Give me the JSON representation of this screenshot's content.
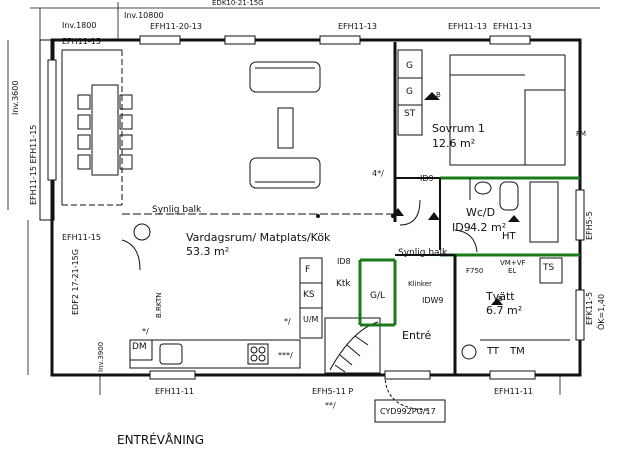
{
  "page_title": "ENTRÉVÅNING",
  "rooms": {
    "vardagsrum": {
      "name": "Vardagsrum/ Matplats/Kök",
      "area": "53.3 m²"
    },
    "sovrum": {
      "name": "Sovrum 1",
      "area": "12.6 m²"
    },
    "wc": {
      "name": "Wc/D",
      "id": "ID9",
      "area": "4.2 m²"
    },
    "tvatt": {
      "name": "Tvätt",
      "area": "6.7 m²"
    },
    "entre": {
      "name": "Entré"
    }
  },
  "labels": {
    "inv1800": "Inv.1800",
    "inv10800": "Inv.10800",
    "efh_top_left": "EFH11-15",
    "efh_20_13": "EFH11-20-13",
    "efh_top_mid": "EFH11-13",
    "efh_top_right_a": "EFH11-13",
    "efh_top_right_b": "EFH11-13",
    "edk_top": "EDK10-21-15G",
    "inv3600": "Inv.3600",
    "efh_left_vert": "EFH11-15 EFH11-15",
    "efh_left_lower": "EFH11-15",
    "edf2": "EDF2 17-21-15G",
    "inv3900": "Inv.3900",
    "efh_bottom_left": "EFH11-11",
    "efh_bottom_mid": "EFH5-11 P",
    "efh_bottom_right": "EFH11-11",
    "cyd": "CYD992PG/17",
    "star_star": "**/",
    "efh5_5": "EFH5-5",
    "efk11_5": "EFK11-5",
    "ok": "ÖK=1,40",
    "fm": "FM",
    "synlig_balk_1": "Synlig balk",
    "synlig_balk_2": "Synlig balk",
    "id8": "ID8",
    "id9_top": "ID9",
    "id9_bottom": "IDW9",
    "ktk": "Ktk",
    "gl": "G/L",
    "klinker": "Klinker",
    "f750": "F750",
    "vmvf": "VM+VF",
    "el": "EL",
    "ts": "TS",
    "tt": "TT",
    "tm": "TM",
    "ht": "HT",
    "dm": "DM",
    "st": "ST",
    "g1": "G",
    "g2": "G",
    "ks": "KS",
    "um": "U/M",
    "f": "F",
    "star_a": "4*/",
    "star_b": "*/",
    "star_c": "*/",
    "star_d": "***/",
    "b_rktn": "B.RKTN",
    "balk_b": "B",
    "room_b": "B"
  }
}
